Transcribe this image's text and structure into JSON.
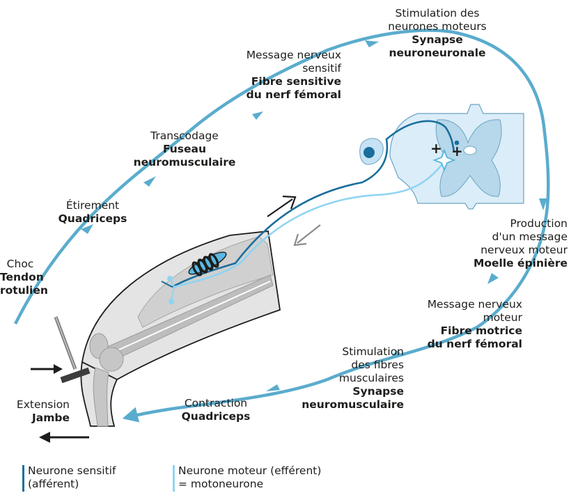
{
  "colors": {
    "cycle_arrow": "#5aaccd",
    "sensory_neuron": "#1a6e9c",
    "motor_neuron": "#8fd4f2",
    "spinal_cord_fill": "#dbedf8",
    "spinal_cord_grey": "#b7d7ea",
    "leg_fill": "#e4e4e4",
    "leg_stroke": "#1d1d1b"
  },
  "steps": {
    "choc": {
      "line1": "Choc",
      "bold1": "Tendon",
      "bold2": "rotulien"
    },
    "etirement": {
      "line1": "Étirement",
      "bold1": "Quadriceps"
    },
    "transcodage": {
      "line1": "Transcodage",
      "bold1": "Fuseau",
      "bold2": "neuromusculaire"
    },
    "message_sensitif": {
      "line1": "Message nerveux",
      "line2": "sensitif",
      "bold1": "Fibre sensitive",
      "bold2": "du nerf fémoral"
    },
    "stimulation_neurones": {
      "line1": "Stimulation des",
      "line2": "neurones moteurs",
      "bold1": "Synapse",
      "bold2": "neuroneuronale"
    },
    "production": {
      "line1": "Production",
      "line2": "d'un message",
      "line3": "nerveux moteur",
      "bold1": "Moelle épinière"
    },
    "message_moteur": {
      "line1": "Message nerveux",
      "line2": "moteur",
      "bold1": "Fibre motrice",
      "bold2": "du nerf fémoral"
    },
    "stimulation_fibres": {
      "line1": "Stimulation",
      "line2": "des fibres",
      "line3": "musculaires",
      "bold1": "Synapse",
      "bold2": "neuromusculaire"
    },
    "contraction": {
      "line1": "Contraction",
      "bold1": "Quadriceps"
    },
    "extension": {
      "line1": "Extension",
      "bold1": "Jambe"
    }
  },
  "synapse_signs": {
    "excitatory_1": "+",
    "excitatory_2": "+"
  },
  "legend": {
    "sensory": {
      "line1": "Neurone sensitif",
      "line2": "(afférent)"
    },
    "motor": {
      "line1": "Neurone moteur (efférent)",
      "line2": "= motoneurone"
    }
  }
}
